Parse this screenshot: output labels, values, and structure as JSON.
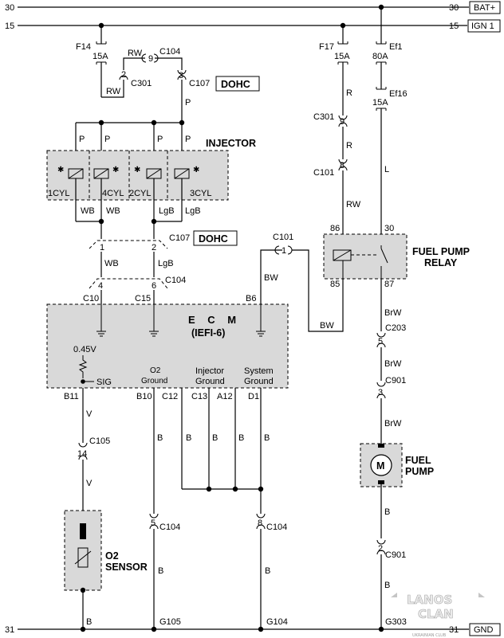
{
  "diagram": {
    "title": "Fuel Pump / Injector / O2 Sensor Wiring Diagram",
    "rails": {
      "top_left_num": "30",
      "top_right_num": "30",
      "top_label": "BAT+",
      "ign_left_num": "15",
      "ign_right_num": "15",
      "ign_label": "IGN 1",
      "gnd_left_num": "31",
      "gnd_right_num": "31",
      "gnd_label": "GND"
    },
    "fuses": {
      "f14_name": "F14",
      "f14_rating": "15A",
      "f17_name": "F17",
      "f17_rating": "15A",
      "ef1_name": "Ef1",
      "ef1_rating": "80A",
      "ef16_name": "Ef16",
      "ef16_rating": "15A"
    },
    "connectors": {
      "c301_left": "C301",
      "c301_left_pin": "2",
      "c104_top": "C104",
      "c104_top_pin": "9",
      "c107_top": "C107",
      "c107_top_pin": "3",
      "c301_right": "C301",
      "c301_right_pin": "9",
      "c101_right": "C101",
      "c101_right_pin": "8",
      "c107_mid": "C107",
      "c107_mid_pins": [
        "1",
        "2"
      ],
      "c104_mid": "C104",
      "c104_mid_pins": [
        "4",
        "6"
      ],
      "c101_mid": "C101",
      "c101_mid_pin": "1",
      "c203": "C203",
      "c203_pin": "5",
      "c901_top": "C901",
      "c901_top_pin": "3",
      "c901_bot": "C901",
      "c901_bot_pin": "2",
      "c105": "C105",
      "c105_pin": "14",
      "c104_bot_left": "C104",
      "c104_bot_left_pin": "5",
      "c104_bot_right": "C104",
      "c104_bot_right_pin": "8"
    },
    "wire_colors": {
      "rw_top": "RW",
      "rw_box": "RW",
      "p_c107": "P",
      "p_inj": [
        "P",
        "P",
        "P",
        "P"
      ],
      "inj_out": [
        "WB",
        "WB",
        "LgB",
        "LgB"
      ],
      "wb_mid": "WB",
      "lgb_mid": "LgB",
      "bw_c101": "BW",
      "bw_relay": "BW",
      "r1": "R",
      "r2": "R",
      "rw_relay": "RW",
      "l_relay": "L",
      "brw1": "BrW",
      "brw2": "BrW",
      "brw3": "BrW",
      "v1": "V",
      "v2": "V",
      "b_wires": [
        "B",
        "B",
        "B",
        "B"
      ],
      "b_c104_left": "B",
      "b_c104_right": "B",
      "b_o2": "B",
      "b_pump1": "B",
      "b_pump2": "B"
    },
    "labels": {
      "dohc_top": "DOHC",
      "dohc_mid": "DOHC",
      "injector": "INJECTOR",
      "cylinders": [
        "1CYL",
        "4CYL",
        "2CYL",
        "3CYL"
      ],
      "relay_line1": "FUEL PUMP",
      "relay_line2": "RELAY",
      "relay_pins": [
        "86",
        "30",
        "85",
        "87"
      ],
      "ecm_title": "E C M",
      "ecm_sub": "(IEFI-6)",
      "ecm_pins_top": [
        "C10",
        "C15",
        "B6"
      ],
      "ecm_pins_bottom": [
        "B11",
        "B10",
        "C12",
        "C13",
        "A12",
        "D1"
      ],
      "voltage": "0.45V",
      "sig": "SIG",
      "o2_ground_1": "O2",
      "o2_ground_2": "Ground",
      "inj_ground_1": "Injector",
      "inj_ground_2": "Ground",
      "sys_ground_1": "System",
      "sys_ground_2": "Ground",
      "pump_line1": "FUEL",
      "pump_line2": "PUMP",
      "pump_motor": "M",
      "o2_line1": "O2",
      "o2_line2": "SENSOR",
      "grounds": [
        "G105",
        "G104",
        "G303"
      ]
    },
    "watermark": {
      "line1": "LANOS",
      "line2": "CLAN",
      "line3": "UKRAINIAN CLUB"
    }
  }
}
